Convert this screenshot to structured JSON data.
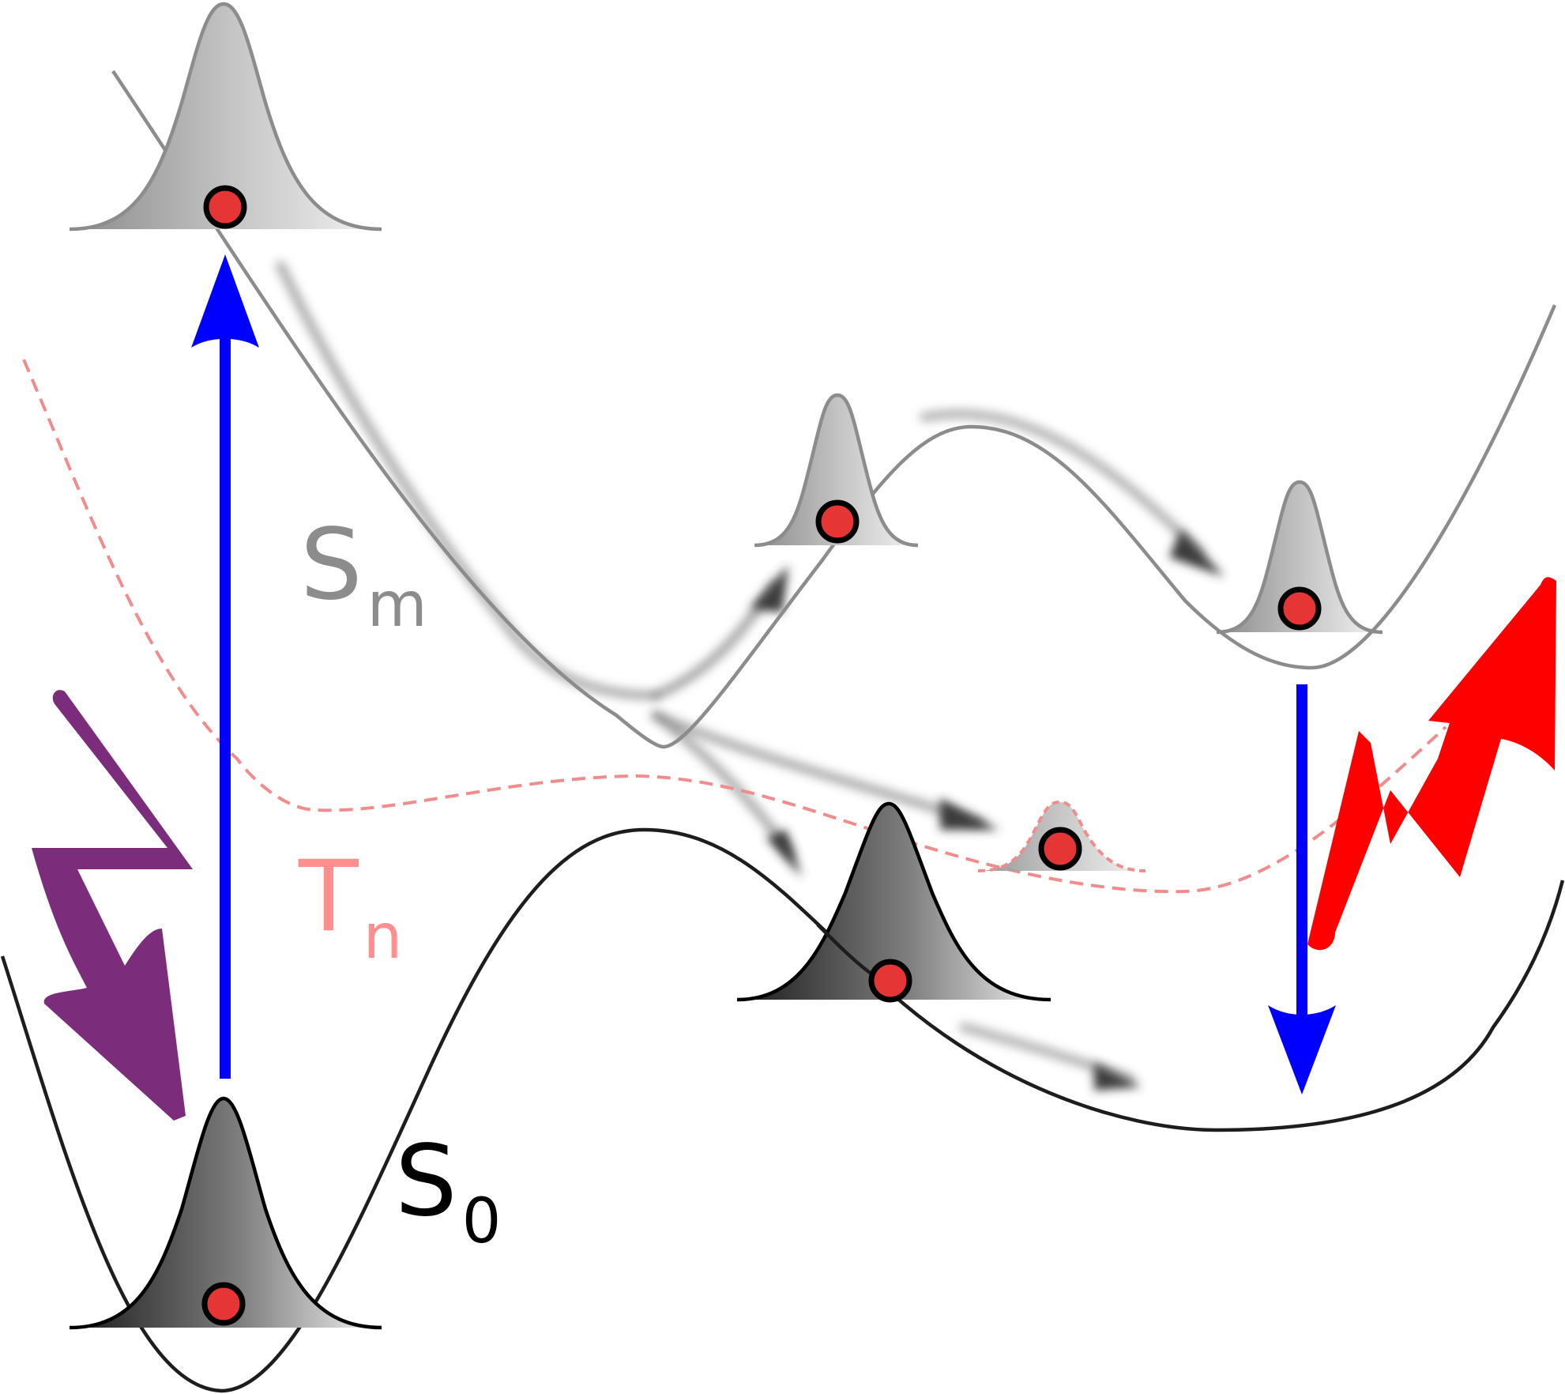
{
  "labels": {
    "excited_singlet": {
      "main": "S",
      "sub": "m"
    },
    "triplet": {
      "main": "T",
      "sub": "n"
    },
    "ground": {
      "main": "S",
      "sub": "0"
    }
  },
  "colors": {
    "ground_curve": "#1e1c1c",
    "excited_curve": "#8c8c8c",
    "triplet_curve": "#f08c8c",
    "label_sm": "#8c8c8c",
    "label_tn": "#ff8f8f",
    "label_s0": "#000000",
    "transition_arrow": "#0000ff",
    "absorption_bolt": "#7b2d7b",
    "emission_bolt": "#ff0000",
    "particle_fill": "#e53535",
    "particle_stroke": "#000000"
  },
  "icons": {
    "absorption": "lightning-arrow-icon",
    "emission": "lightning-arrow-icon",
    "particle": "circle-dot-icon"
  }
}
